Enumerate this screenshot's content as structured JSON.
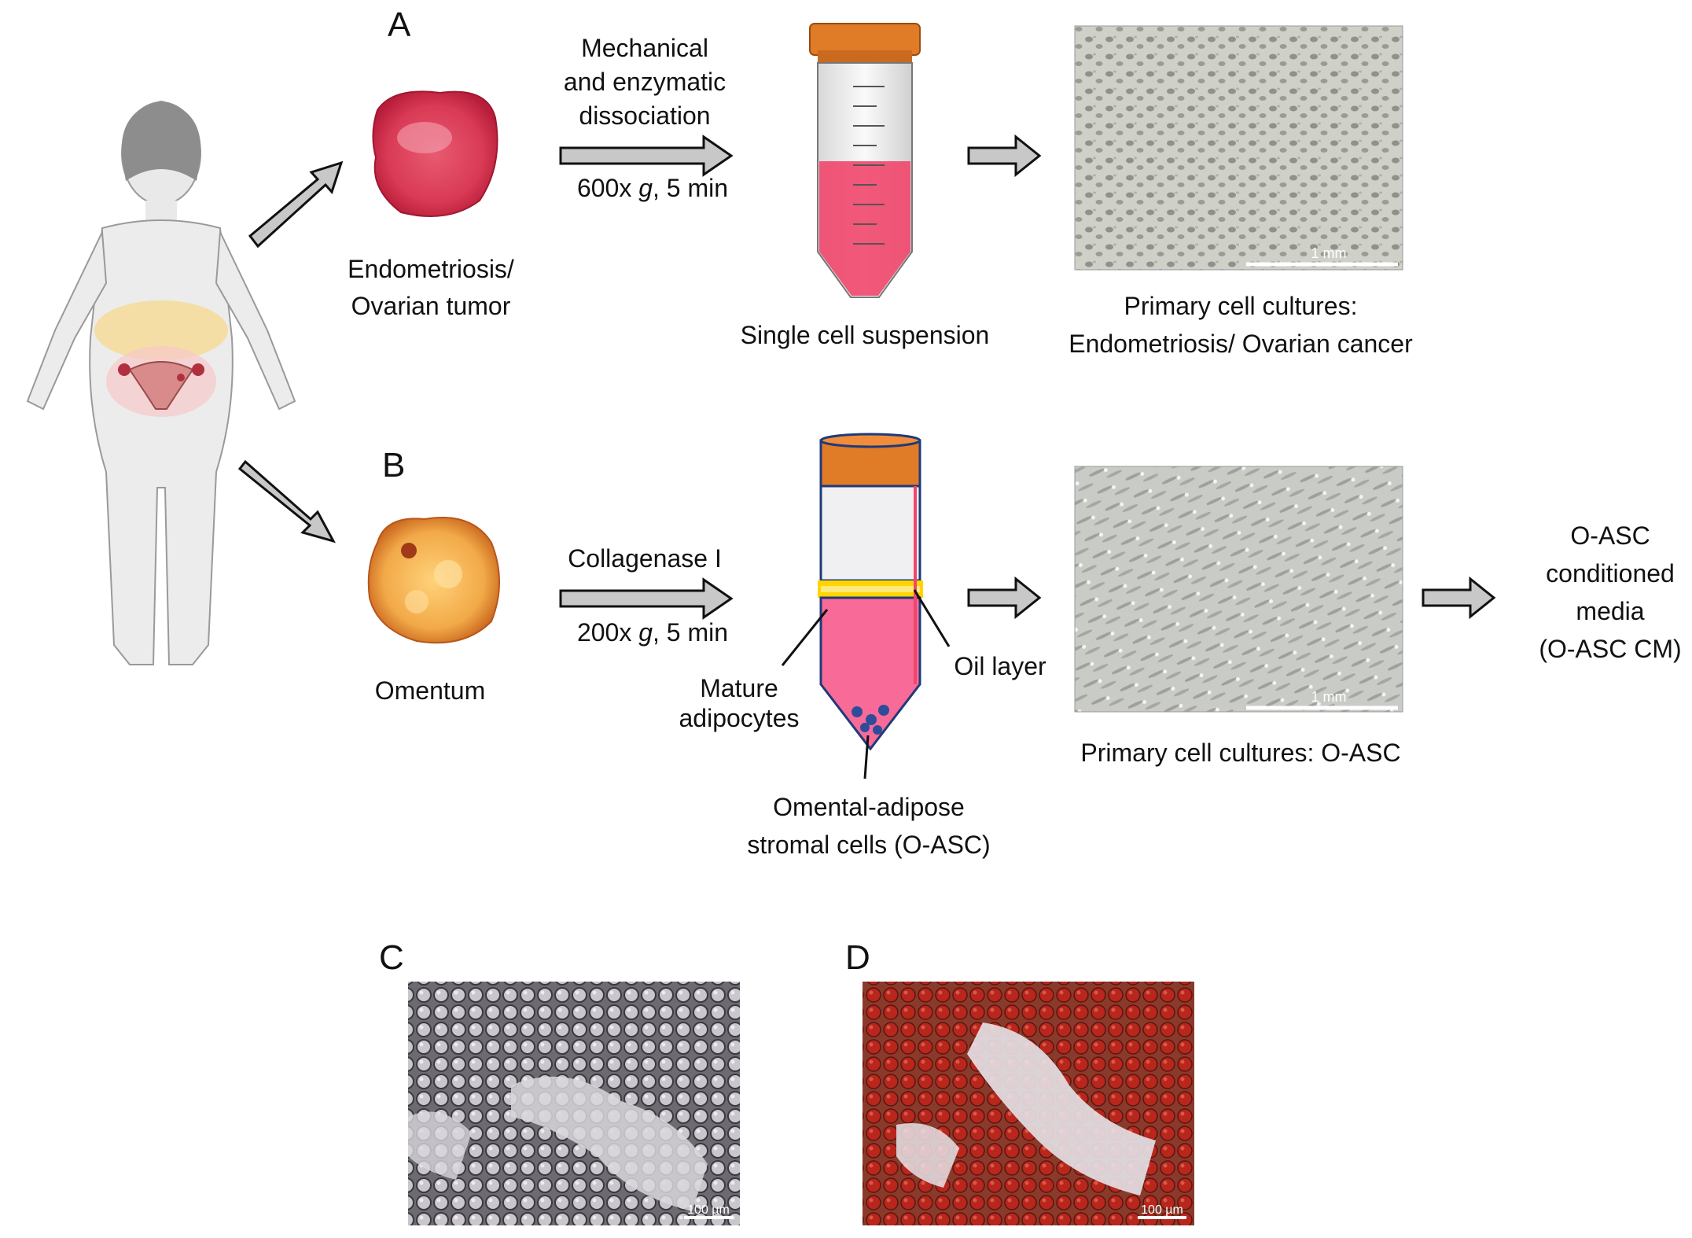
{
  "panels": {
    "a": {
      "letter": "A",
      "tissue_label_1": "Endometriosis/",
      "tissue_label_2": "Ovarian tumor",
      "step_line_1": "Mechanical",
      "step_line_2": "and enzymatic",
      "step_line_3": "dissociation",
      "spin_prefix": "600x ",
      "spin_g": "g",
      "spin_suffix": ", 5 min",
      "tube_label": "Single cell suspension",
      "culture_label_1": "Primary cell cultures:",
      "culture_label_2": "Endometriosis/ Ovarian cancer",
      "scale_bar": "1 mm"
    },
    "b": {
      "letter": "B",
      "tissue_label": "Omentum",
      "step_line_1": "Collagenase I",
      "spin_prefix": "200x ",
      "spin_g": "g",
      "spin_suffix": ", 5 min",
      "oil_layer": "Oil layer",
      "mature_1": "Mature",
      "mature_2": "adipocytes",
      "stromal_1": "Omental-adipose",
      "stromal_2": "stromal cells (O-ASC)",
      "culture_label": "Primary cell cultures: O-ASC",
      "scale_bar": "1 mm",
      "cm_1": "O-ASC",
      "cm_2": "conditioned",
      "cm_3": "media",
      "cm_4": "(O-ASC CM)"
    },
    "c": {
      "letter": "C",
      "scale_bar": "100 µm"
    },
    "d": {
      "letter": "D",
      "scale_bar": "100 µm"
    }
  },
  "colors": {
    "arrow_fill": "#c8c8c8",
    "arrow_stroke": "#111111",
    "tube_cap": "#e07b27",
    "tube_media": "#f0466a",
    "oil_layer": "#ffe14d",
    "pink_layer": "#f86a98",
    "cells": "#2d4c9a",
    "endometriosis_tissue": "#d93a55",
    "omentum_tissue": "#f2a948",
    "adipocyte_red": "#b8261c"
  }
}
